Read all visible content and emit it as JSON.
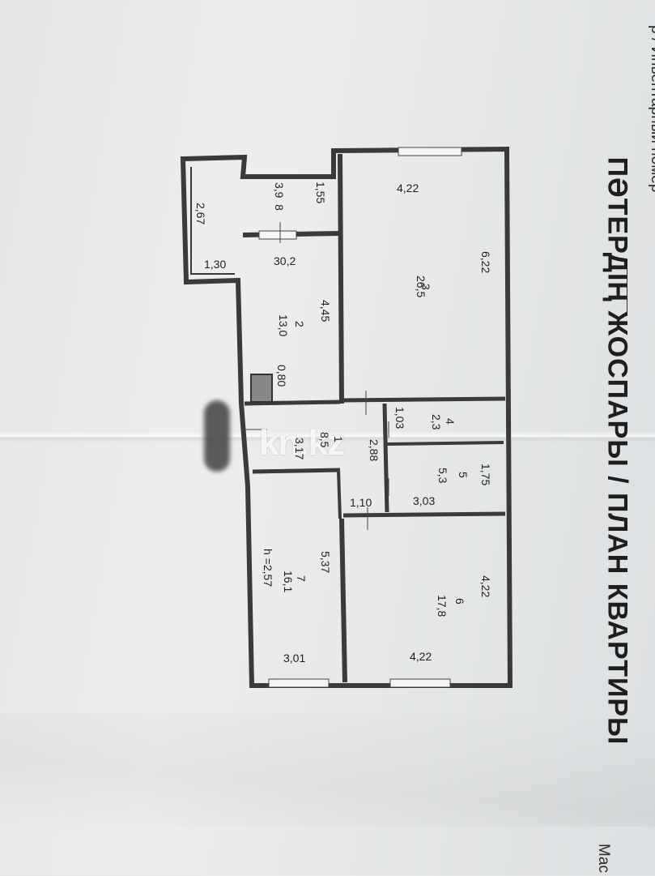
{
  "header": {
    "inventory_label": "р / Инвентарный номер",
    "plan_title": "ПӘТЕРДІҢ ЖОСПАРЫ / ПЛАН КВАРТИРЫ",
    "scale_label": "Мас"
  },
  "watermark": "kn.kz",
  "rooms": [
    {
      "id": "room-1",
      "number": "1",
      "area": "8,5"
    },
    {
      "id": "room-2",
      "number": "2",
      "area": "13,0"
    },
    {
      "id": "room-3",
      "number": "3",
      "area": "26,5"
    },
    {
      "id": "room-4",
      "number": "4",
      "area": "2,3"
    },
    {
      "id": "room-5",
      "number": "5",
      "area": "5,3"
    },
    {
      "id": "room-6",
      "number": "6",
      "area": "17,8"
    },
    {
      "id": "room-7",
      "number": "7",
      "area": "16,1"
    },
    {
      "id": "room-8",
      "number": "8",
      "area": "3,9"
    }
  ],
  "dimensions": {
    "d1": "1,55",
    "d2": "2,67",
    "d3": "1,30",
    "d4": "30,2",
    "d5": "4,22",
    "d6": "6,22",
    "d7": "4,45",
    "d8": "0,80",
    "d9": "1,03",
    "d10": "3,17",
    "d11": "2,88",
    "d12": "1,75",
    "d13": "3,03",
    "d14": "1,10",
    "d15": "5,37",
    "d16": "4,22",
    "d17": "3,01",
    "d18": "4,22"
  },
  "ceiling_height": "h =2,57"
}
